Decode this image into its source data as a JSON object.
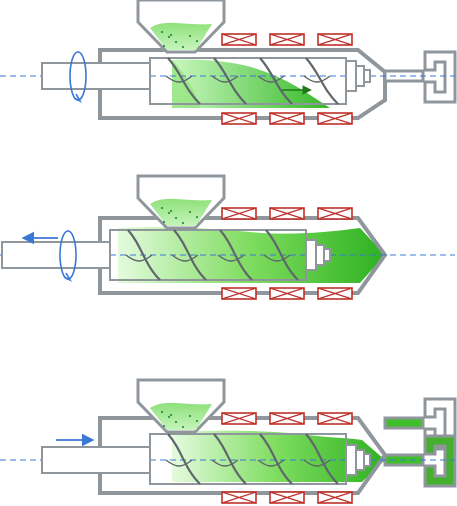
{
  "diagram": {
    "stages": [
      {
        "id": "screw-rotation",
        "screw_motion": "rotate",
        "melt_arrow": "right",
        "mold_filled": false,
        "nozzle_filled": false
      },
      {
        "id": "screw-retraction",
        "screw_motion": "retract",
        "melt_arrow": "none",
        "mold_filled": false,
        "nozzle_filled": true
      },
      {
        "id": "injection",
        "screw_motion": "inject",
        "melt_arrow": "none",
        "mold_filled": true,
        "nozzle_filled": true
      }
    ],
    "heater_bands_per_side": 3
  },
  "colors": {
    "barrel": "#8f969c",
    "melt": "#3fbf2a",
    "melt_light": "#b5f3a8",
    "heater": "#c0302a",
    "axis": "#3a78d6",
    "pellet": "#2f8f4f",
    "mold_fill": "#45b02e"
  }
}
